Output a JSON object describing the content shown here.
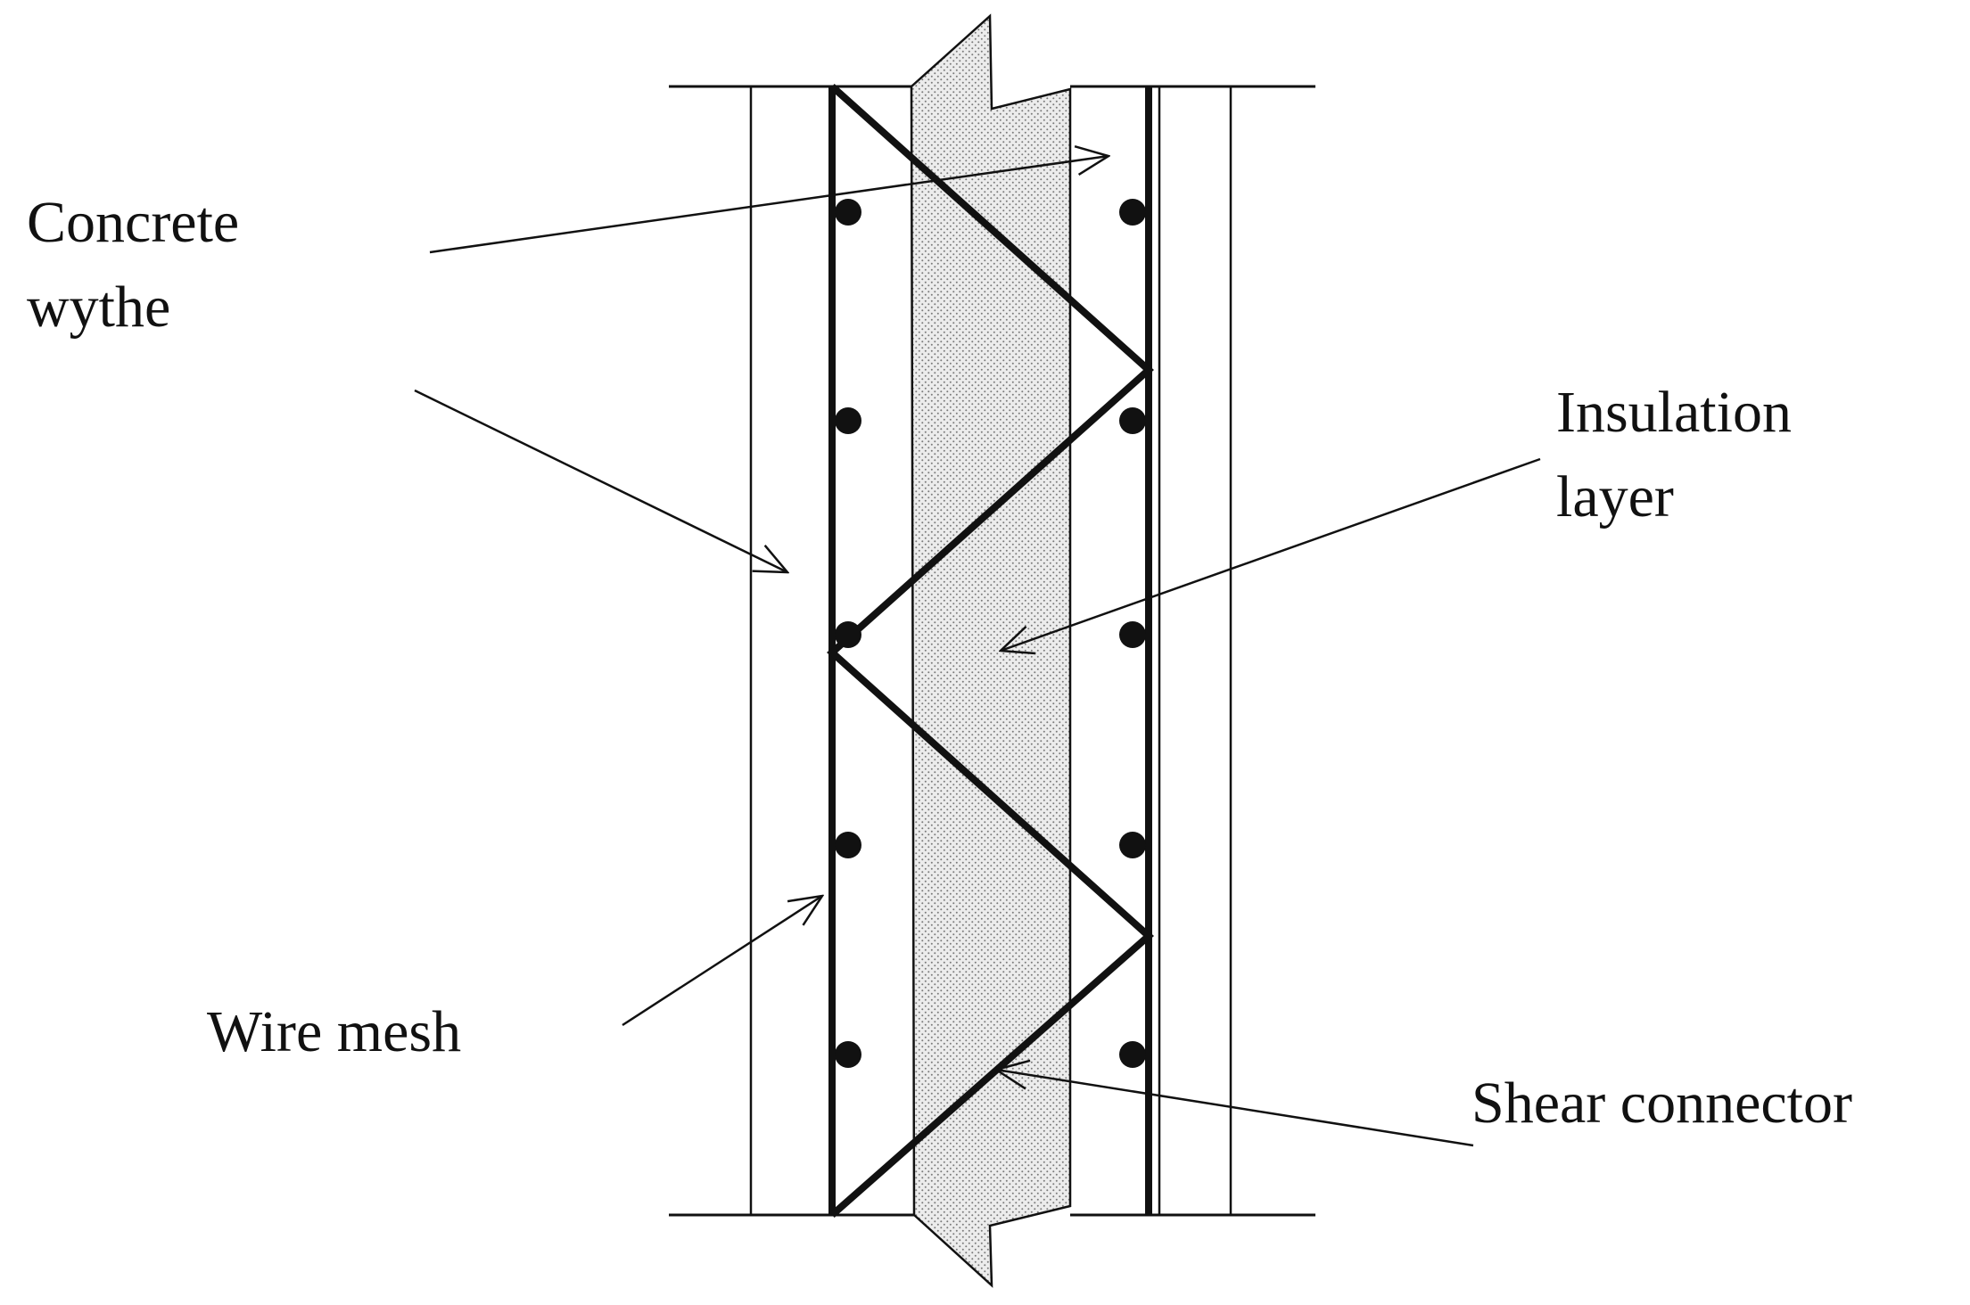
{
  "labels": {
    "concrete_wythe": {
      "line1": "Concrete",
      "line2": "wythe"
    },
    "insulation_layer": {
      "line1": "Insulation",
      "line2": "layer"
    },
    "wire_mesh": "Wire mesh",
    "shear_connector": "Shear connector"
  },
  "colors": {
    "ink": "#111111",
    "insulation_fill": "#d9d9d9",
    "background": "#ffffff"
  }
}
